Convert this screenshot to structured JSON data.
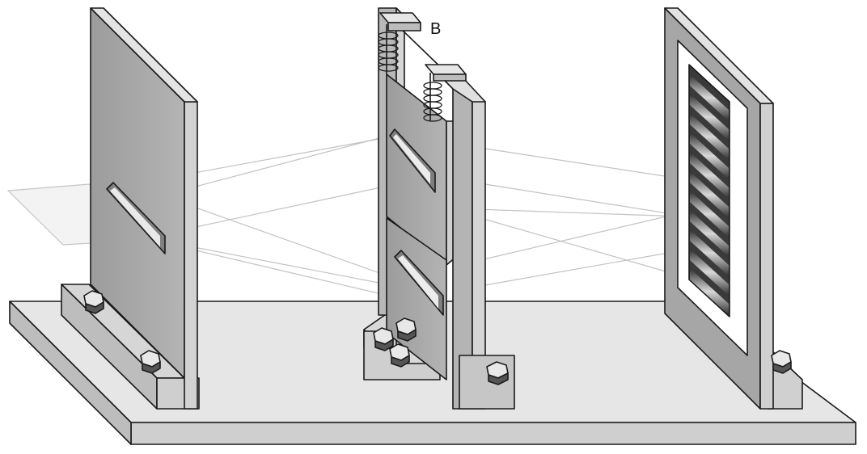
{
  "labels": {
    "movable_slit_plate": "B"
  },
  "colors": {
    "background": "#ffffff",
    "base": "#e6e6e6",
    "base_side": "#c9c9c9",
    "plate_face": "#a9a9a9",
    "plate_edge": "#cfcfcf",
    "screen_frame": "#a6a6a6",
    "screen_inner": "#ffffff",
    "fringe_dark": "#2e2e2e",
    "fringe_light": "#d8d8d8",
    "light_beam": "#9a9a9a",
    "bolt": "#e8e8e8",
    "bolt_dark": "#555555",
    "outline": "#1a1a1a"
  },
  "icons": {
    "source_slit": "single-slit",
    "double_slit": "double-slit",
    "springs": "spring-coil",
    "bolts": "hex-bolt",
    "fringes": "interference-fringes"
  }
}
